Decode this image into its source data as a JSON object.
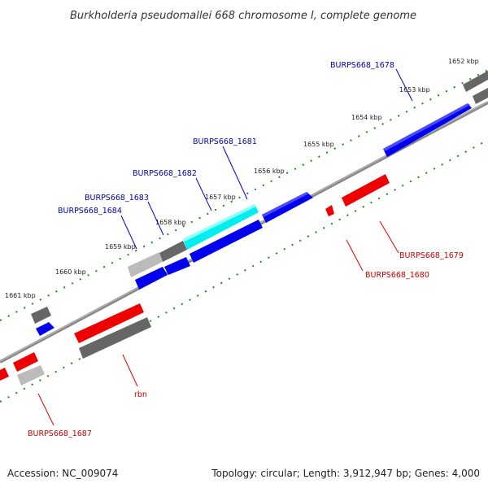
{
  "title": "Burkholderia pseudomallei 668 chromosome I, complete genome",
  "footer": {
    "accession": "Accession: NC_009074",
    "summary": "Topology: circular; Length: 3,912,947 bp; Genes: 4,000"
  },
  "colors": {
    "forward_gene": "#0000ee",
    "reverse_gene": "#ee0000",
    "highlight_gene": "#00eeee",
    "other_gene": "#666666",
    "pseudo_gene": "#bbbbbb",
    "tick": "#1a8a1a",
    "backbone": "#888888",
    "label_forward": "#0000aa",
    "label_reverse": "#cc0000"
  },
  "kbp_ticks": [
    "1652 kbp",
    "1653 kbp",
    "1654 kbp",
    "1655 kbp",
    "1656 kbp",
    "1657 kbp",
    "1658 kbp",
    "1659 kbp",
    "1660 kbp",
    "1661 kbp"
  ],
  "gene_labels": {
    "burps668_1678": "BURPS668_1678",
    "burps668_1679": "BURPS668_1679",
    "burps668_1680": "BURPS668_1680",
    "burps668_1681": "BURPS668_1681",
    "burps668_1682": "BURPS668_1682",
    "burps668_1683": "BURPS668_1683",
    "burps668_1684": "BURPS668_1684",
    "burps668_1687": "BURPS668_1687",
    "rbn": "rbn"
  }
}
